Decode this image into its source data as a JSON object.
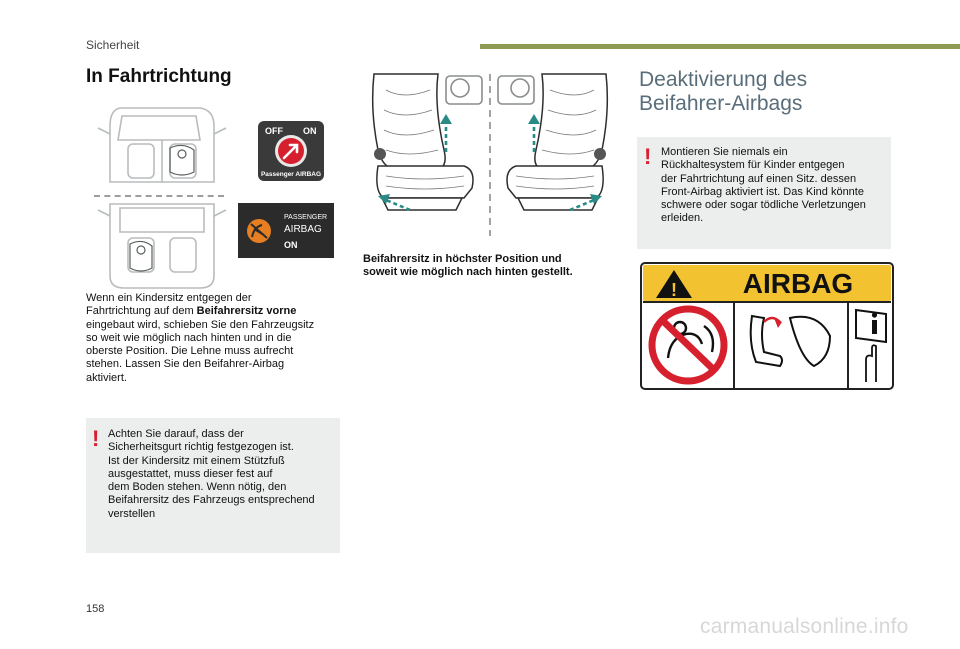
{
  "header": {
    "section": "Sicherheit"
  },
  "left": {
    "title": "In Fahrtrichtung",
    "switch_off": "OFF",
    "switch_on": "ON",
    "switch_arc": "Passenger AIRBAG",
    "lamp_passenger": "PASSENGER",
    "lamp_airbag": "AIRBAG",
    "lamp_on": "ON",
    "para_1": "Wenn ein Kindersitz entgegen der",
    "para_2a": "Fahrtrichtung auf dem ",
    "para_2b": "Beifahrersitz vorne",
    "para_3": "eingebaut wird, schieben Sie den Fahrzeugsitz",
    "para_4": "so weit wie möglich nach hinten und in die",
    "para_5": "oberste Position. Die Lehne muss aufrecht",
    "para_6": "stehen. Lassen Sie den Beifahrer-Airbag",
    "para_7": "aktiviert.",
    "warn_mark": "!",
    "warn_1": "Achten Sie darauf, dass der",
    "warn_2": "Sicherheitsgurt richtig festgezogen ist.",
    "warn_3": "Ist der Kindersitz mit einem Stützfuß",
    "warn_4": "ausgestattet, muss dieser fest auf",
    "warn_5": "dem Boden stehen. Wenn nötig, den",
    "warn_6": "Beifahrersitz des Fahrzeugs entsprechend",
    "warn_7": "verstellen"
  },
  "middle": {
    "caption_1": "Beifahrersitz in höchster Position und",
    "caption_2": "soweit wie möglich nach hinten gestellt."
  },
  "right": {
    "title_1": "Deaktivierung des",
    "title_2": "Beifahrer-Airbags",
    "warn_mark": "!",
    "warn_1": "Montieren Sie niemals ein",
    "warn_2": "Rückhaltesystem für Kinder entgegen",
    "warn_3": "der Fahrtrichtung auf einen Sitz. dessen",
    "warn_4": "Front-Airbag aktiviert ist. Das Kind könnte",
    "warn_5": "schwere oder sogar tödliche Verletzungen",
    "warn_6": "erleiden.",
    "label_title": "AIRBAG",
    "label_triangle": "!"
  },
  "footer": {
    "page_number": "158",
    "watermark": "carmanualsonline.info"
  },
  "colors": {
    "accent_bar": "#8e9b54",
    "warning_red": "#d7202e",
    "heading_blue_gray": "#596e7a",
    "warn_bg": "#eceeee",
    "label_yellow": "#f2c230"
  }
}
